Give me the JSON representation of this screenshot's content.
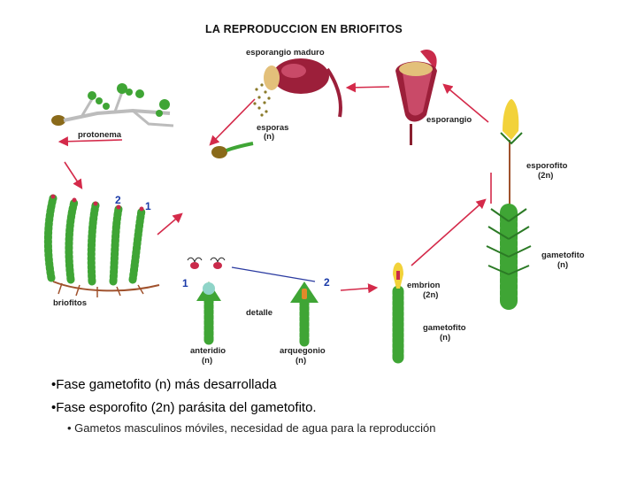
{
  "diagram": {
    "title": "LA REPRODUCCION EN BRIOFITOS",
    "labels": {
      "esporangio_maduro": "esporangio maduro",
      "esporangio": "esporangio",
      "esporas": "esporas",
      "esporas_n": "(n)",
      "protonema": "protonema",
      "briofitos": "briofitos",
      "esporofito": "esporofito",
      "esporofito_n": "(2n)",
      "gametofito_right": "gametofito",
      "gametofito_right_n": "(n)",
      "embrion": "embrion",
      "embrion_n": "(2n)",
      "gametofito_bottom": "gametofito",
      "gametofito_bottom_n": "(n)",
      "anteridio": "anteridio",
      "anteridio_n": "(n)",
      "arquegonio": "arquegonio",
      "arquegonio_n": "(n)",
      "detalle": "detalle",
      "num1": "1",
      "num2": "2"
    },
    "colors": {
      "arrow": "#d42a4a",
      "green": "#3fa535",
      "dark_green": "#2b7a25",
      "capsule": "#9c1f3a",
      "yellow": "#f2d23a",
      "root": "#a0522d",
      "blue_line": "#2a3aa0"
    }
  },
  "text": {
    "bullet1": "•Fase gametofito (n) más desarrollada",
    "bullet2": "•Fase esporofito (2n) parásita del gametofito.",
    "sub_bullet": "•  Gametos masculinos móviles, necesidad  de agua para la reproducción"
  }
}
